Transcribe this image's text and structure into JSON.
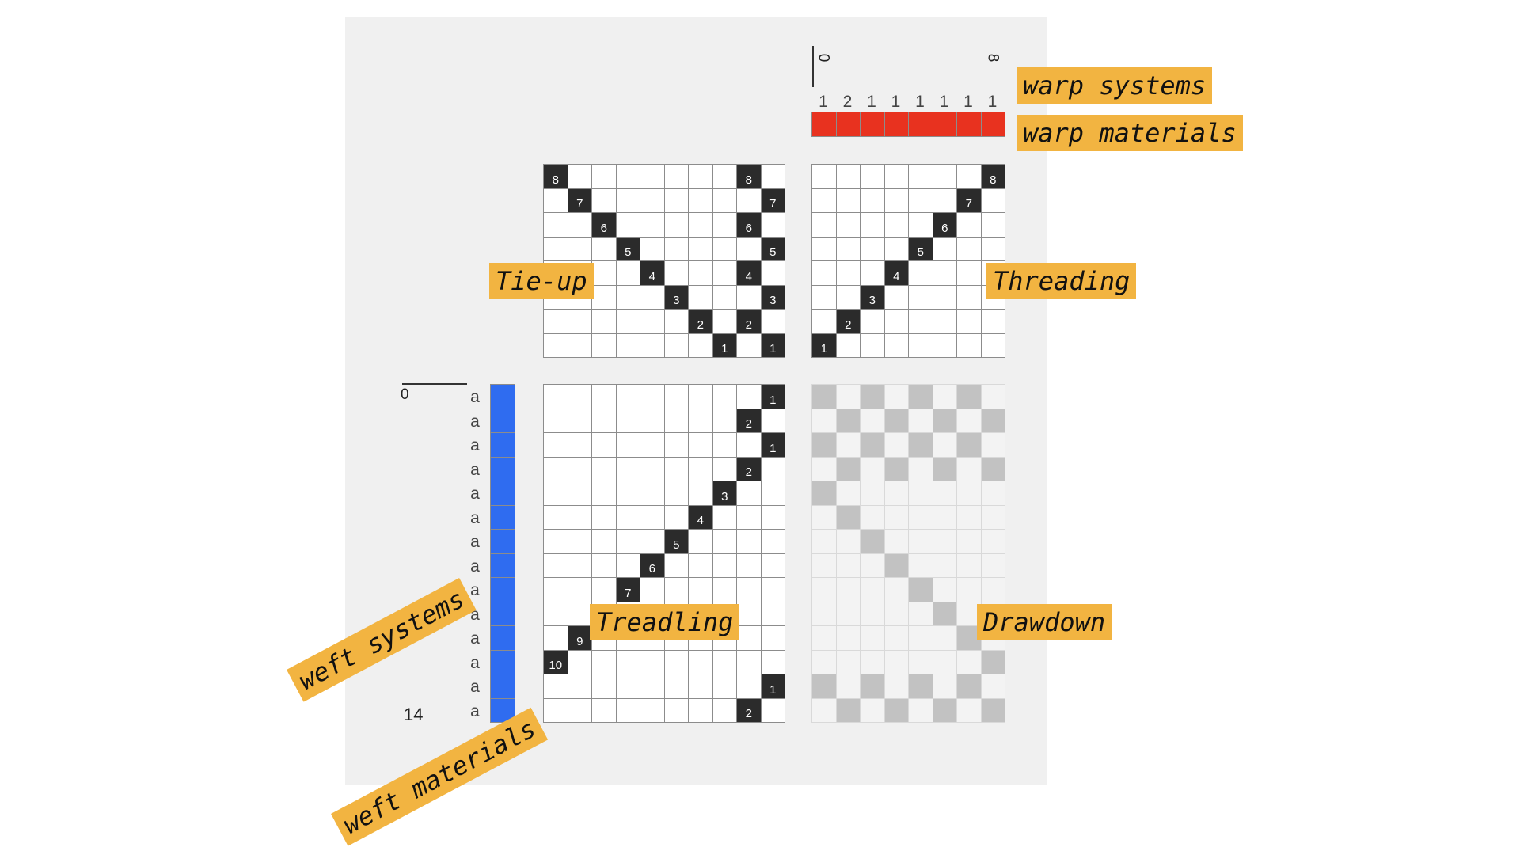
{
  "labels": {
    "warp_systems": "warp systems",
    "warp_materials": "warp materials",
    "tie_up": "Tie-up",
    "threading": "Threading",
    "treadling": "Treadling",
    "drawdown": "Drawdown",
    "weft_systems": "weft systems",
    "weft_materials": "weft materials"
  },
  "warp_axis": {
    "start": "0",
    "end": "8"
  },
  "weft_axis": {
    "start": "0",
    "end": "14"
  },
  "warp_system_values": [
    "1",
    "2",
    "1",
    "1",
    "1",
    "1",
    "1",
    "1"
  ],
  "weft_system_values": [
    "a",
    "a",
    "a",
    "a",
    "a",
    "a",
    "a",
    "a",
    "a",
    "a",
    "a",
    "a",
    "a",
    "a"
  ],
  "colors": {
    "warp_material": "#e8321f",
    "weft_material": "#2f6cf0",
    "tag": "#f2b441"
  },
  "tieup": {
    "cols": 10,
    "rows": 8,
    "marks": [
      {
        "r": 0,
        "c": 0,
        "n": "8"
      },
      {
        "r": 0,
        "c": 8,
        "n": "8"
      },
      {
        "r": 1,
        "c": 1,
        "n": "7"
      },
      {
        "r": 1,
        "c": 9,
        "n": "7"
      },
      {
        "r": 2,
        "c": 2,
        "n": "6"
      },
      {
        "r": 2,
        "c": 8,
        "n": "6"
      },
      {
        "r": 3,
        "c": 3,
        "n": "5"
      },
      {
        "r": 3,
        "c": 9,
        "n": "5"
      },
      {
        "r": 4,
        "c": 4,
        "n": "4"
      },
      {
        "r": 4,
        "c": 8,
        "n": "4"
      },
      {
        "r": 5,
        "c": 5,
        "n": "3"
      },
      {
        "r": 5,
        "c": 9,
        "n": "3"
      },
      {
        "r": 6,
        "c": 6,
        "n": "2"
      },
      {
        "r": 6,
        "c": 8,
        "n": "2"
      },
      {
        "r": 7,
        "c": 7,
        "n": "1"
      },
      {
        "r": 7,
        "c": 9,
        "n": "1"
      }
    ]
  },
  "threading": {
    "cols": 8,
    "rows": 8,
    "marks": [
      {
        "r": 0,
        "c": 7,
        "n": "8"
      },
      {
        "r": 1,
        "c": 6,
        "n": "7"
      },
      {
        "r": 2,
        "c": 5,
        "n": "6"
      },
      {
        "r": 3,
        "c": 4,
        "n": "5"
      },
      {
        "r": 4,
        "c": 3,
        "n": "4"
      },
      {
        "r": 5,
        "c": 2,
        "n": "3"
      },
      {
        "r": 6,
        "c": 1,
        "n": "2"
      },
      {
        "r": 7,
        "c": 0,
        "n": "1"
      }
    ]
  },
  "treadling": {
    "cols": 10,
    "rows": 14,
    "marks": [
      {
        "r": 0,
        "c": 9,
        "n": "1"
      },
      {
        "r": 1,
        "c": 8,
        "n": "2"
      },
      {
        "r": 2,
        "c": 9,
        "n": "1"
      },
      {
        "r": 3,
        "c": 8,
        "n": "2"
      },
      {
        "r": 4,
        "c": 7,
        "n": "3"
      },
      {
        "r": 5,
        "c": 6,
        "n": "4"
      },
      {
        "r": 6,
        "c": 5,
        "n": "5"
      },
      {
        "r": 7,
        "c": 4,
        "n": "6"
      },
      {
        "r": 8,
        "c": 3,
        "n": "7"
      },
      {
        "r": 10,
        "c": 1,
        "n": "9"
      },
      {
        "r": 11,
        "c": 0,
        "n": "10"
      },
      {
        "r": 12,
        "c": 9,
        "n": "1"
      },
      {
        "r": 13,
        "c": 8,
        "n": "2"
      }
    ]
  },
  "drawdown": {
    "cols": 8,
    "rows": 14,
    "marks": [
      {
        "r": 0,
        "c": 0
      },
      {
        "r": 0,
        "c": 2
      },
      {
        "r": 0,
        "c": 4
      },
      {
        "r": 0,
        "c": 6
      },
      {
        "r": 1,
        "c": 1
      },
      {
        "r": 1,
        "c": 3
      },
      {
        "r": 1,
        "c": 5
      },
      {
        "r": 1,
        "c": 7
      },
      {
        "r": 2,
        "c": 0
      },
      {
        "r": 2,
        "c": 2
      },
      {
        "r": 2,
        "c": 4
      },
      {
        "r": 2,
        "c": 6
      },
      {
        "r": 3,
        "c": 1
      },
      {
        "r": 3,
        "c": 3
      },
      {
        "r": 3,
        "c": 5
      },
      {
        "r": 3,
        "c": 7
      },
      {
        "r": 4,
        "c": 0
      },
      {
        "r": 5,
        "c": 1
      },
      {
        "r": 6,
        "c": 2
      },
      {
        "r": 7,
        "c": 3
      },
      {
        "r": 8,
        "c": 4
      },
      {
        "r": 9,
        "c": 5
      },
      {
        "r": 10,
        "c": 6
      },
      {
        "r": 11,
        "c": 7
      },
      {
        "r": 12,
        "c": 0
      },
      {
        "r": 12,
        "c": 2
      },
      {
        "r": 12,
        "c": 4
      },
      {
        "r": 12,
        "c": 6
      },
      {
        "r": 13,
        "c": 1
      },
      {
        "r": 13,
        "c": 3
      },
      {
        "r": 13,
        "c": 5
      },
      {
        "r": 13,
        "c": 7
      }
    ]
  }
}
